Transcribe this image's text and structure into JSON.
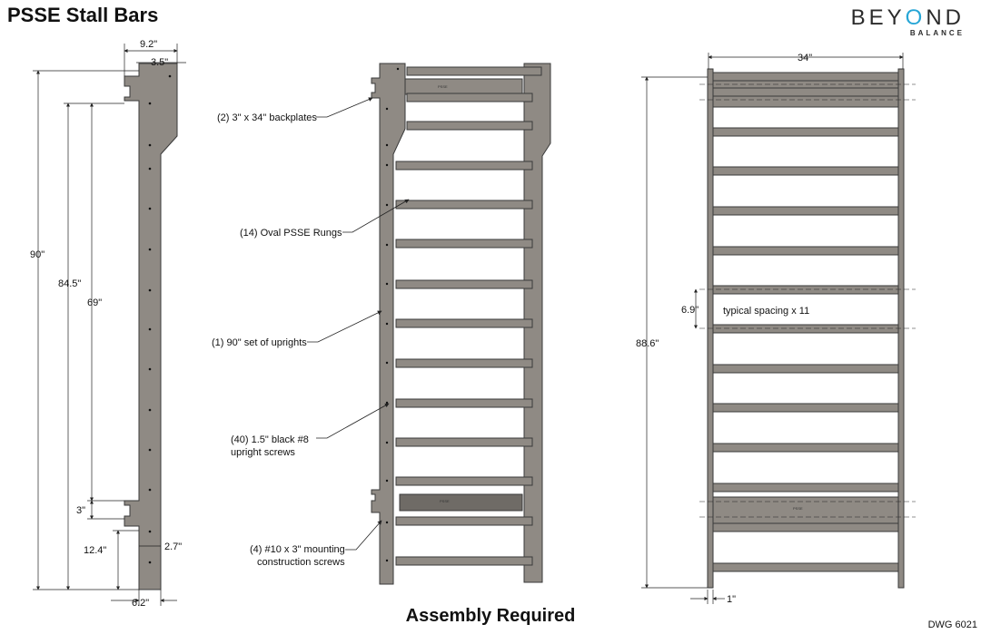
{
  "title": "PSSE Stall Bars",
  "logo": {
    "main_prefix": "BEY",
    "main_dot": "O",
    "main_suffix": "ND",
    "sub": "BALANCE",
    "accent_color": "#27a6d6"
  },
  "footer": {
    "assembly": "Assembly Required",
    "drawing_number": "DWG 6021"
  },
  "colors": {
    "wood": "#8f8a84",
    "wood_stroke": "#3a3a3a",
    "line": "#222222"
  },
  "side_view": {
    "dims": {
      "top_width": "9.2\"",
      "top_inset": "3.5\"",
      "overall_height": "90\"",
      "mid_height": "84.5\"",
      "inner_height": "69\"",
      "backplate": "3\"",
      "lower": "12.4\"",
      "foot_inset": "2.7\"",
      "base_width": "6.2\""
    }
  },
  "front_view": {
    "callouts": {
      "backplates": "(2) 3\" x 34\" backplates",
      "rungs": "(14) Oval PSSE Rungs",
      "uprights": "(1) 90\" set of uprights",
      "screws_line1": "(40) 1.5\" black #8",
      "screws_line2": "upright screws",
      "mounting_line1": "(4) #10 x 3\" mounting",
      "mounting_line2": "construction screws"
    },
    "plate_mark": "PSSE"
  },
  "rear_view": {
    "dims": {
      "width": "34\"",
      "height": "88.6\"",
      "spacing": "6.9\"",
      "spacing_note": "typical spacing x 11",
      "post": "1\""
    },
    "plate_mark": "PSSE"
  }
}
